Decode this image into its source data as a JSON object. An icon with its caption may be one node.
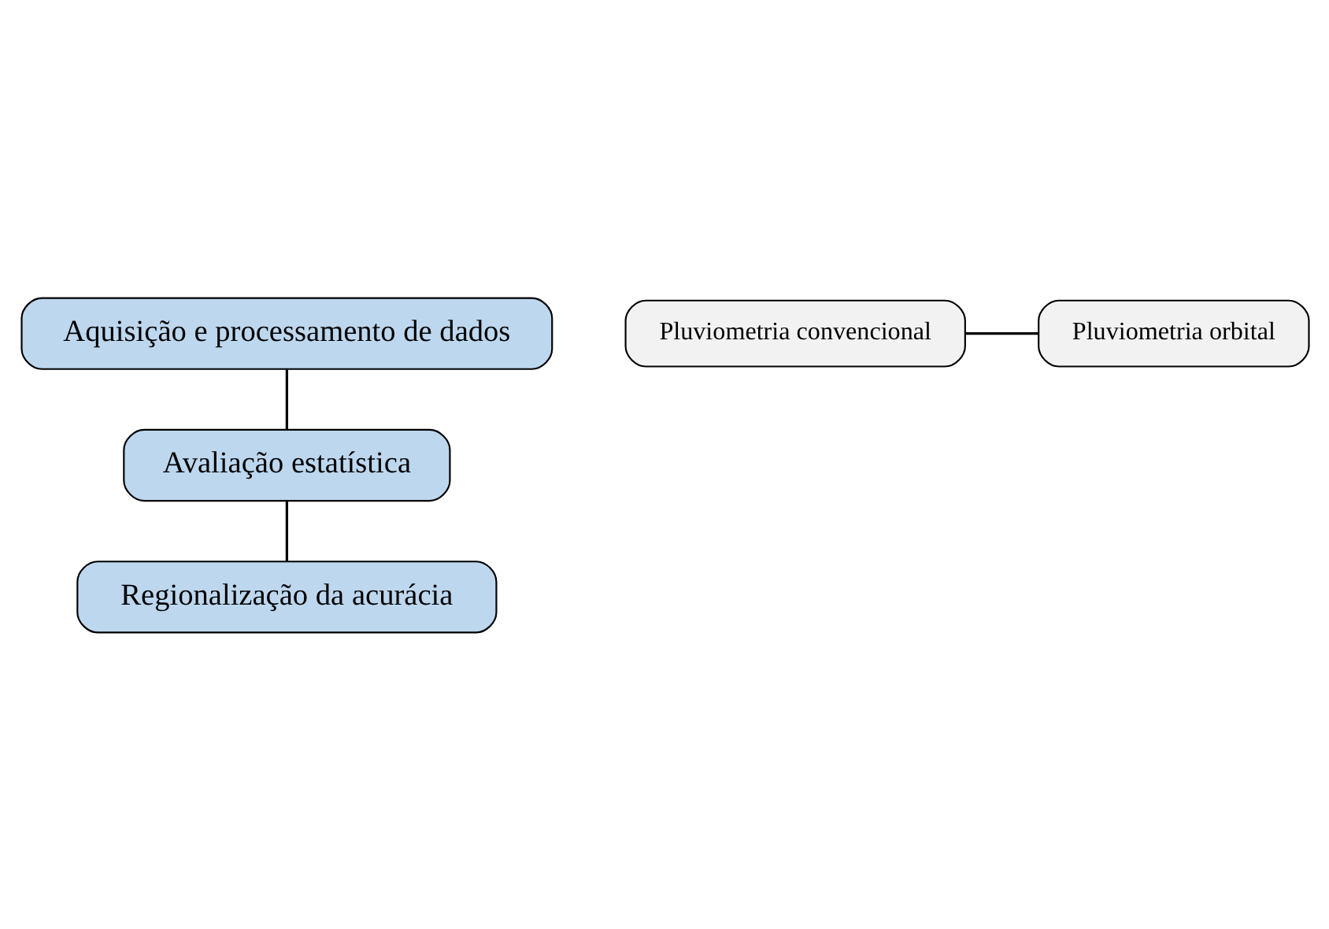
{
  "diagram": {
    "nodes": [
      {
        "text": [
          "Aquisição e processamento de dados"
        ]
      },
      {
        "text": [
          "Pluviometria convencional"
        ]
      },
      {
        "text": [
          "Pluviometria orbital"
        ]
      },
      {
        "text": [
          "Avaliação estatística"
        ]
      },
      {
        "text": [
          "Regionalização da acurácia"
        ]
      }
    ],
    "edges": [
      {
        "from": 0,
        "to": 3,
        "arrow": "none"
      },
      {
        "from": 1,
        "to": 2,
        "arrow": "none"
      },
      {
        "from": 3,
        "to": 4,
        "arrow": "none"
      }
    ]
  }
}
